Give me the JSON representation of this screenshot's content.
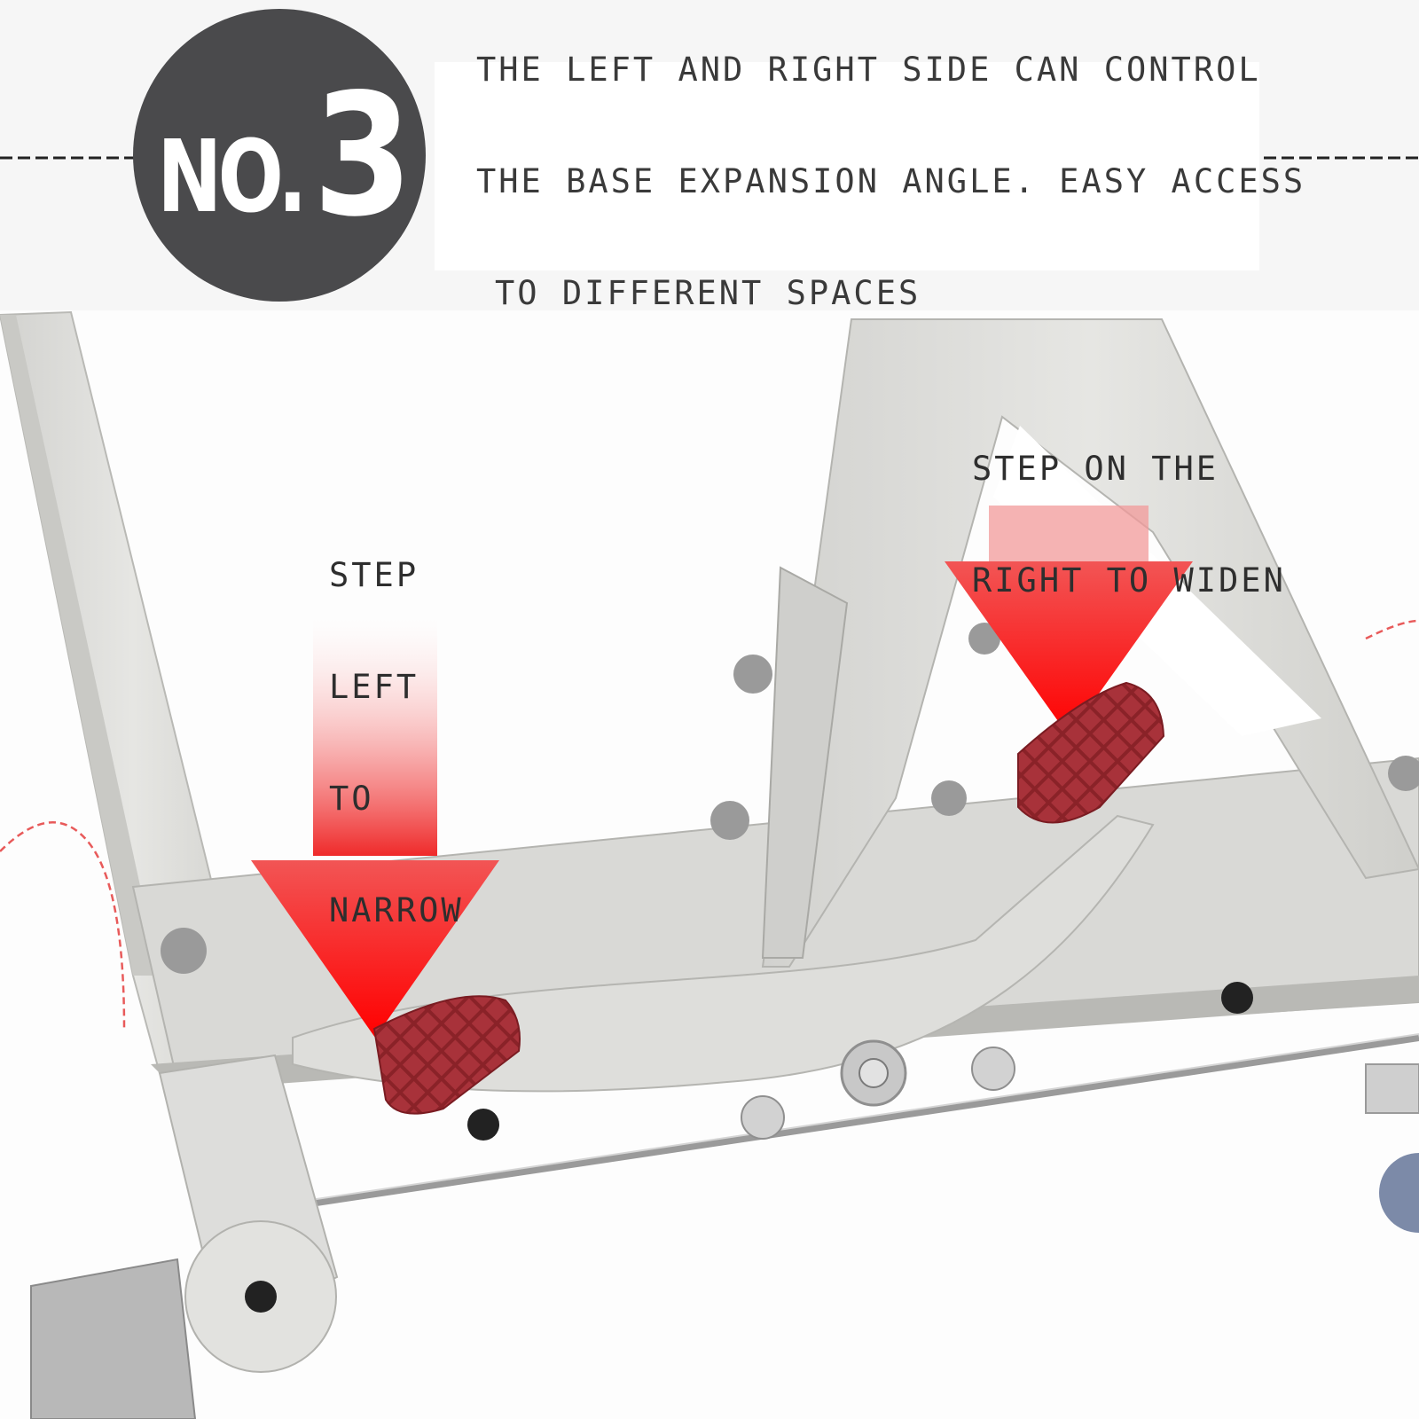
{
  "badge": {
    "prefix": "NO.",
    "number": "3"
  },
  "caption": {
    "line1": "THE LEFT AND RIGHT SIDE CAN CONTROL",
    "line2": "THE BASE EXPANSION ANGLE. EASY ACCESS",
    "line3": "TO DIFFERENT SPACES"
  },
  "left_instruction": {
    "line1": "STEP",
    "line2": "LEFT",
    "line3": "TO",
    "line4": "NARROW"
  },
  "right_instruction": {
    "line1": "STEP ON THE",
    "line2": "RIGHT TO WIDEN"
  },
  "colors": {
    "badge": "#4a4a4c",
    "frame": "#dcdcd8",
    "frame_shadow": "#b9b9b5",
    "pedal": "#a8323a",
    "arrow": "#f01010",
    "dashed_curve": "#e85a5a"
  },
  "icons": [
    "down-arrow-icon",
    "pedal-icon",
    "caster-wheel-icon",
    "bolt-icon"
  ]
}
